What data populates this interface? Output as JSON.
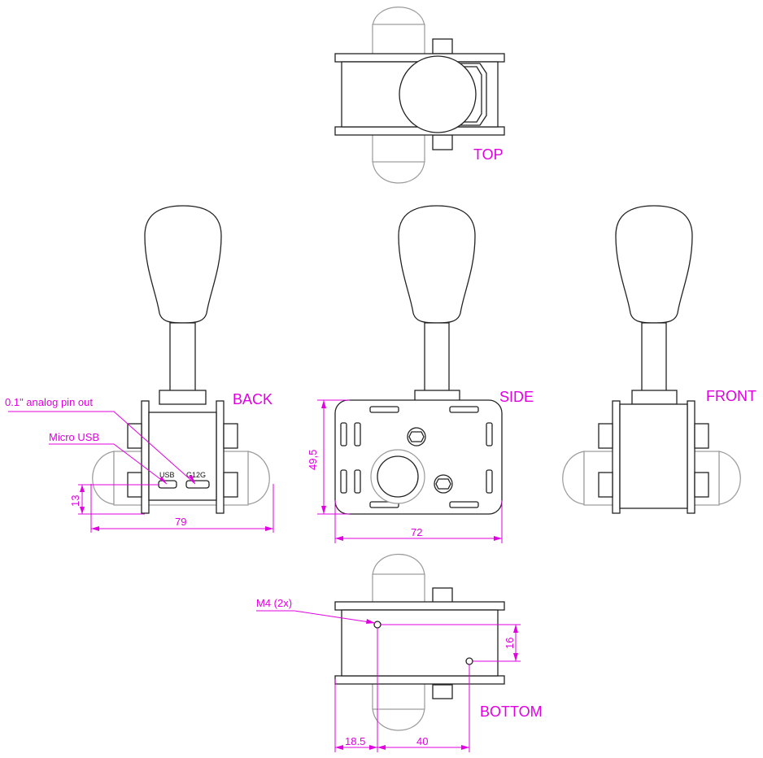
{
  "views": {
    "top": "TOP",
    "back": "BACK",
    "side": "SIDE",
    "front": "FRONT",
    "bottom": "BOTTOM"
  },
  "annotations": {
    "analog_pin": "0.1\" analog pin out",
    "micro_usb": "Micro USB",
    "usb_port": "USB",
    "g12g_port": "G12G",
    "mount_holes": "M4 (2x)"
  },
  "dimensions": {
    "back_width": "79",
    "back_height": "13",
    "side_width": "72",
    "side_height": "49,5",
    "hole_spacing_y": "16",
    "hole_offset_x": "18.5",
    "hole_spacing_x": "40"
  },
  "colors": {
    "annotation": "#e000e0",
    "outline": "#222222",
    "hidden": "#9a9a9a"
  }
}
